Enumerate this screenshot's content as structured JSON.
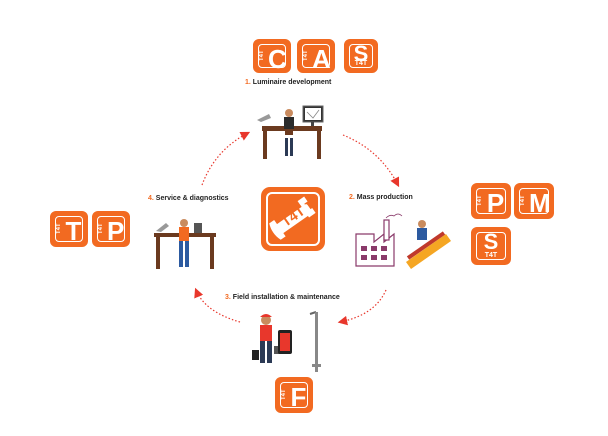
{
  "stages": [
    {
      "number": "1.",
      "label": "Luminaire development"
    },
    {
      "number": "2.",
      "label": "Mass production"
    },
    {
      "number": "3.",
      "label": "Field installation & maintenance"
    },
    {
      "number": "4.",
      "label": "Service & diagnostics"
    }
  ],
  "center_logo": {
    "text": "T4T"
  },
  "badges": {
    "dev": [
      {
        "side": "T4T",
        "letter": "C"
      },
      {
        "side": "T4T",
        "letter": "A"
      },
      {
        "top": "S",
        "bottom": "T4T"
      }
    ],
    "production": [
      {
        "side": "T4T",
        "letter": "P"
      },
      {
        "side": "T4T",
        "letter": "M"
      },
      {
        "top": "S",
        "bottom": "T4T"
      }
    ],
    "service": [
      {
        "side": "T4T",
        "letter": "T"
      },
      {
        "side": "T4T",
        "letter": "P"
      }
    ],
    "field": [
      {
        "side": "T4T",
        "letter": "F"
      }
    ]
  },
  "colors": {
    "accent": "#f26a21",
    "arrow": "#e8372c",
    "desk": "#6b3a1f",
    "text": "#222222"
  }
}
